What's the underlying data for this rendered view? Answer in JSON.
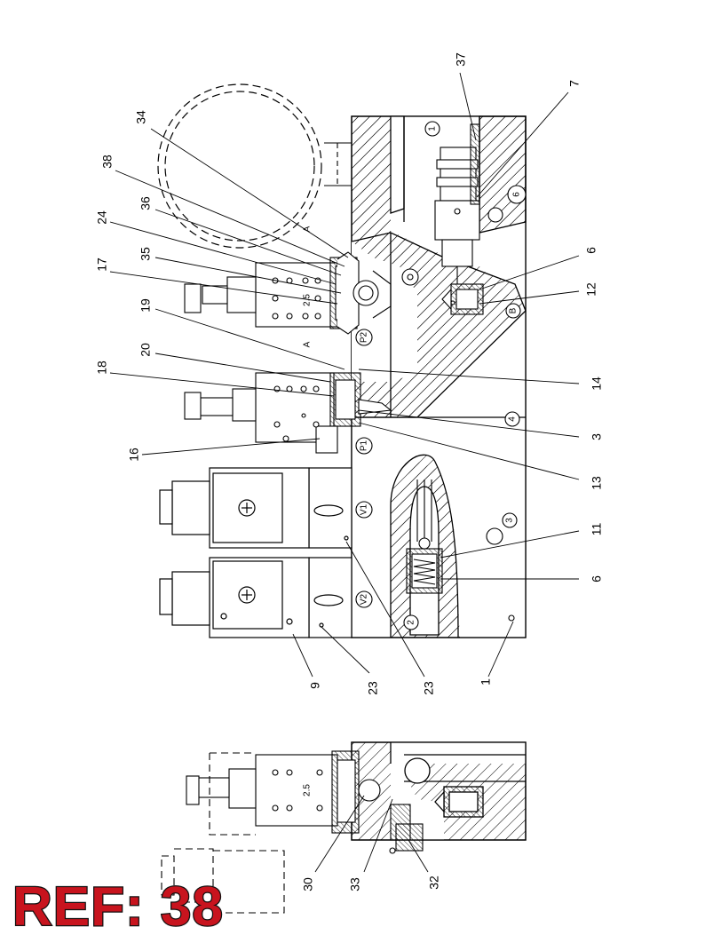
{
  "ref_badge": {
    "label": "REF: 38",
    "color": "#c8141e"
  },
  "callouts": {
    "c37": "37",
    "c7": "7",
    "c34": "34",
    "c38": "38",
    "c36": "36",
    "c24": "24",
    "c35": "35",
    "c17": "17",
    "c19": "19",
    "c20": "20",
    "c18": "18",
    "c16": "16",
    "c6a": "6",
    "c12": "12",
    "c14": "14",
    "c3": "3",
    "c13": "13",
    "c11": "11",
    "c6b": "6",
    "c9": "9",
    "c23a": "23",
    "c23b": "23",
    "c1": "1",
    "c30": "30",
    "c33": "33",
    "c32": "32"
  },
  "port_labels": {
    "p1": "1",
    "p6": "6",
    "pB": "B",
    "p4": "4",
    "p3": "3",
    "p2": "2",
    "P2": "P2",
    "P1": "P1",
    "V1": "V1",
    "V2": "V2",
    "A_top": "A",
    "A_left": "A",
    "dim_main": "2.5",
    "dim_lower": "2.5"
  }
}
